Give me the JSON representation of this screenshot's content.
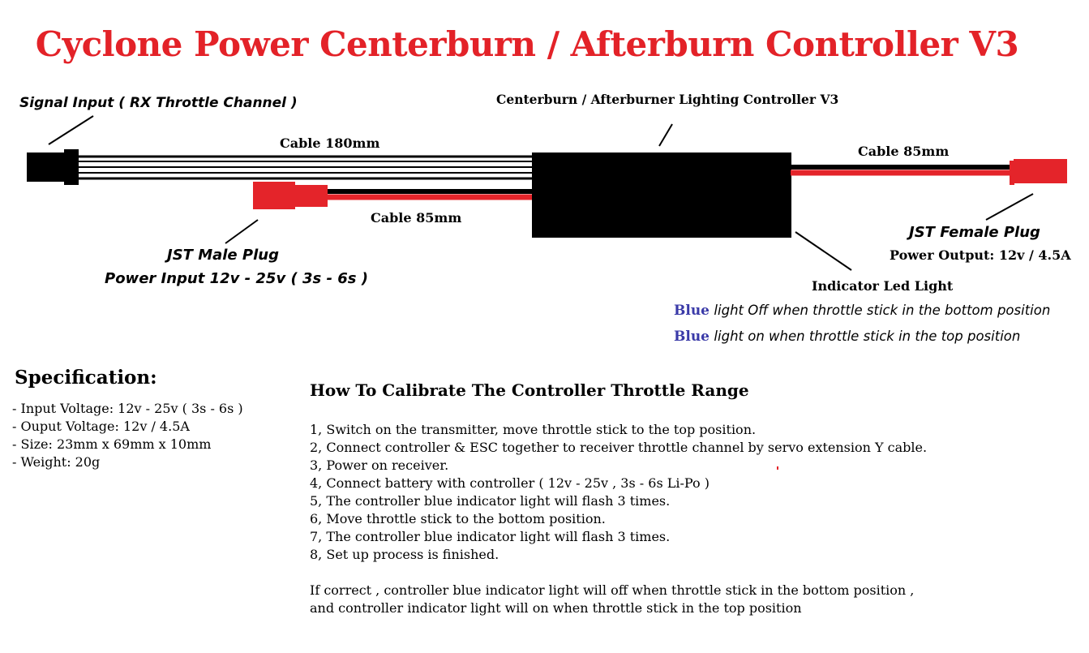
{
  "title": "Cyclone Power Centerburn / Afterburn Controller V3",
  "labels": {
    "signal_input": "Signal Input ( RX Throttle Channel )",
    "controller_name": "Centerburn / Afterburner Lighting Controller V3",
    "cable_180": "Cable 180mm",
    "cable_85_right": "Cable 85mm",
    "cable_85_bottom": "Cable 85mm",
    "jst_male": "JST Male Plug",
    "power_input": "Power Input 12v - 25v ( 3s - 6s )",
    "jst_female": "JST Female Plug",
    "power_output": "Power Output: 12v / 4.5A",
    "indicator": "Indicator Led Light",
    "blue_word": "Blue",
    "led_off_text": "light Off  when throttle stick in the bottom position",
    "led_on_text": "light on when throttle stick in the top position"
  },
  "specification": {
    "title": "Specification:",
    "items": [
      "- Input Voltage: 12v - 25v ( 3s - 6s )",
      "- Ouput Voltage: 12v / 4.5A",
      "- Size: 23mm x 69mm x 10mm",
      "- Weight: 20g"
    ]
  },
  "calibration": {
    "title": "How To Calibrate The Controller Throttle Range",
    "steps": [
      "1, Switch on the transmitter, move throttle stick to the top position.",
      "2, Connect controller & ESC together to receiver throttle channel by servo extension Y cable.",
      "3, Power on receiver.",
      "4, Connect battery with controller ( 12v - 25v , 3s - 6s Li-Po )",
      "5, The controller blue indicator light will flash 3 times.",
      "6, Move throttle stick to the bottom position.",
      "7, The controller blue indicator light will flash 3 times.",
      "8, Set up process is finished."
    ],
    "note_lines": [
      "If correct , controller blue indicator light will off when throttle stick in the bottom position ,",
      "and controller indicator light will on when throttle stick in the top position"
    ]
  },
  "colors": {
    "title_red": "#e32228",
    "plug_red": "#e4242a",
    "wire_red": "#e4242a",
    "wire_black": "#000000",
    "blue_text": "#3a3aa8"
  }
}
